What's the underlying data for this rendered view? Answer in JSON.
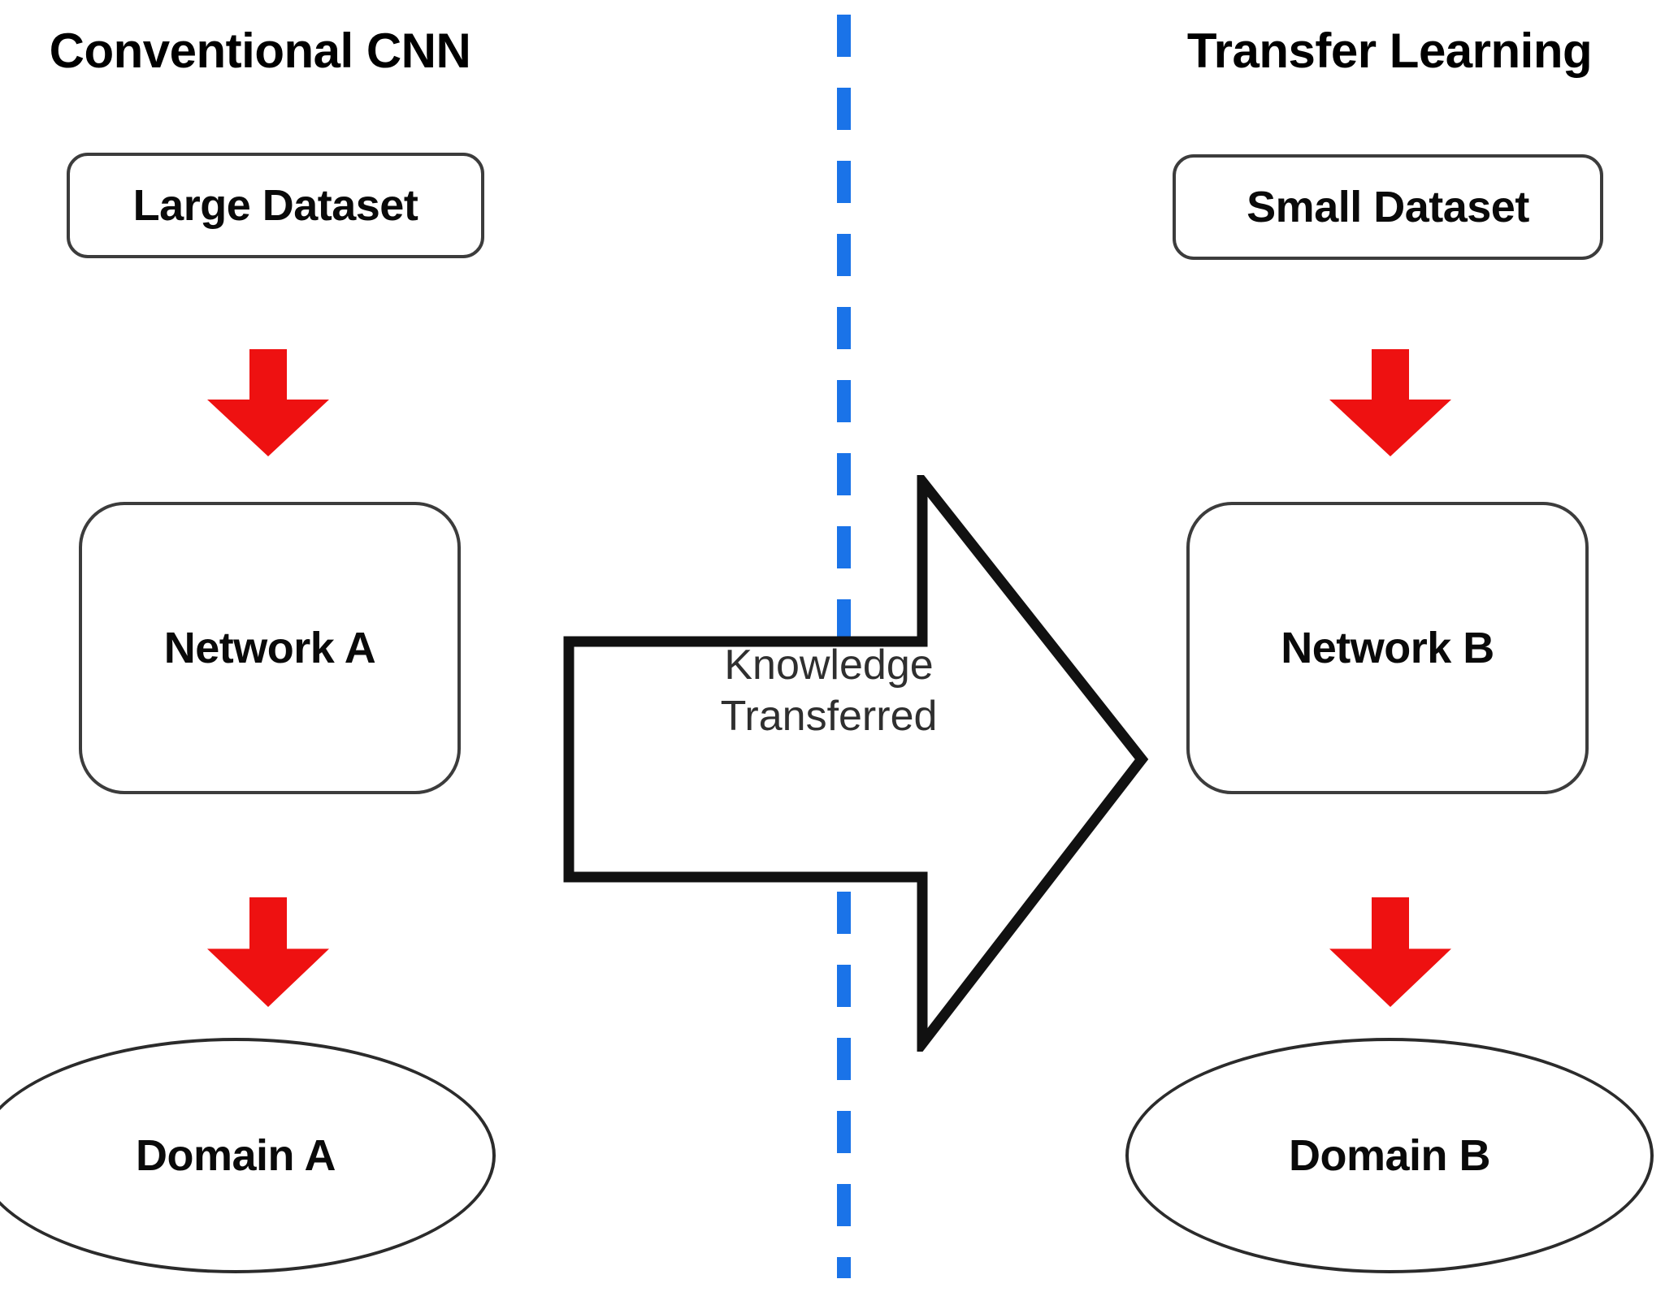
{
  "diagram": {
    "title_left": "Conventional CNN",
    "title_right": "Transfer Learning",
    "left_pipeline": {
      "dataset": "Large Dataset",
      "network": "Network A",
      "domain": "Domain A"
    },
    "right_pipeline": {
      "dataset": "Small Dataset",
      "network": "Network B",
      "domain": "Domain B"
    },
    "transfer_arrow": {
      "label": "Knowledge\nTransferred",
      "line1": "Knowledge",
      "line2": "Transferred",
      "direction": "left-to-right"
    },
    "divider": {
      "style": "dashed-vertical",
      "color": "#1a73e8"
    },
    "colors": {
      "flow_arrow": "#ee1111",
      "box_border": "#3c3c3c",
      "ellipse_border": "#2b2b2b",
      "transfer_arrow_outline": "#111111",
      "text": "#0a0a0a",
      "background": "#ffffff"
    },
    "icons": {
      "flow_arrow": "down-arrow-icon",
      "transfer_arrow": "right-block-arrow-icon",
      "divider": "dashed-divider-icon"
    }
  }
}
